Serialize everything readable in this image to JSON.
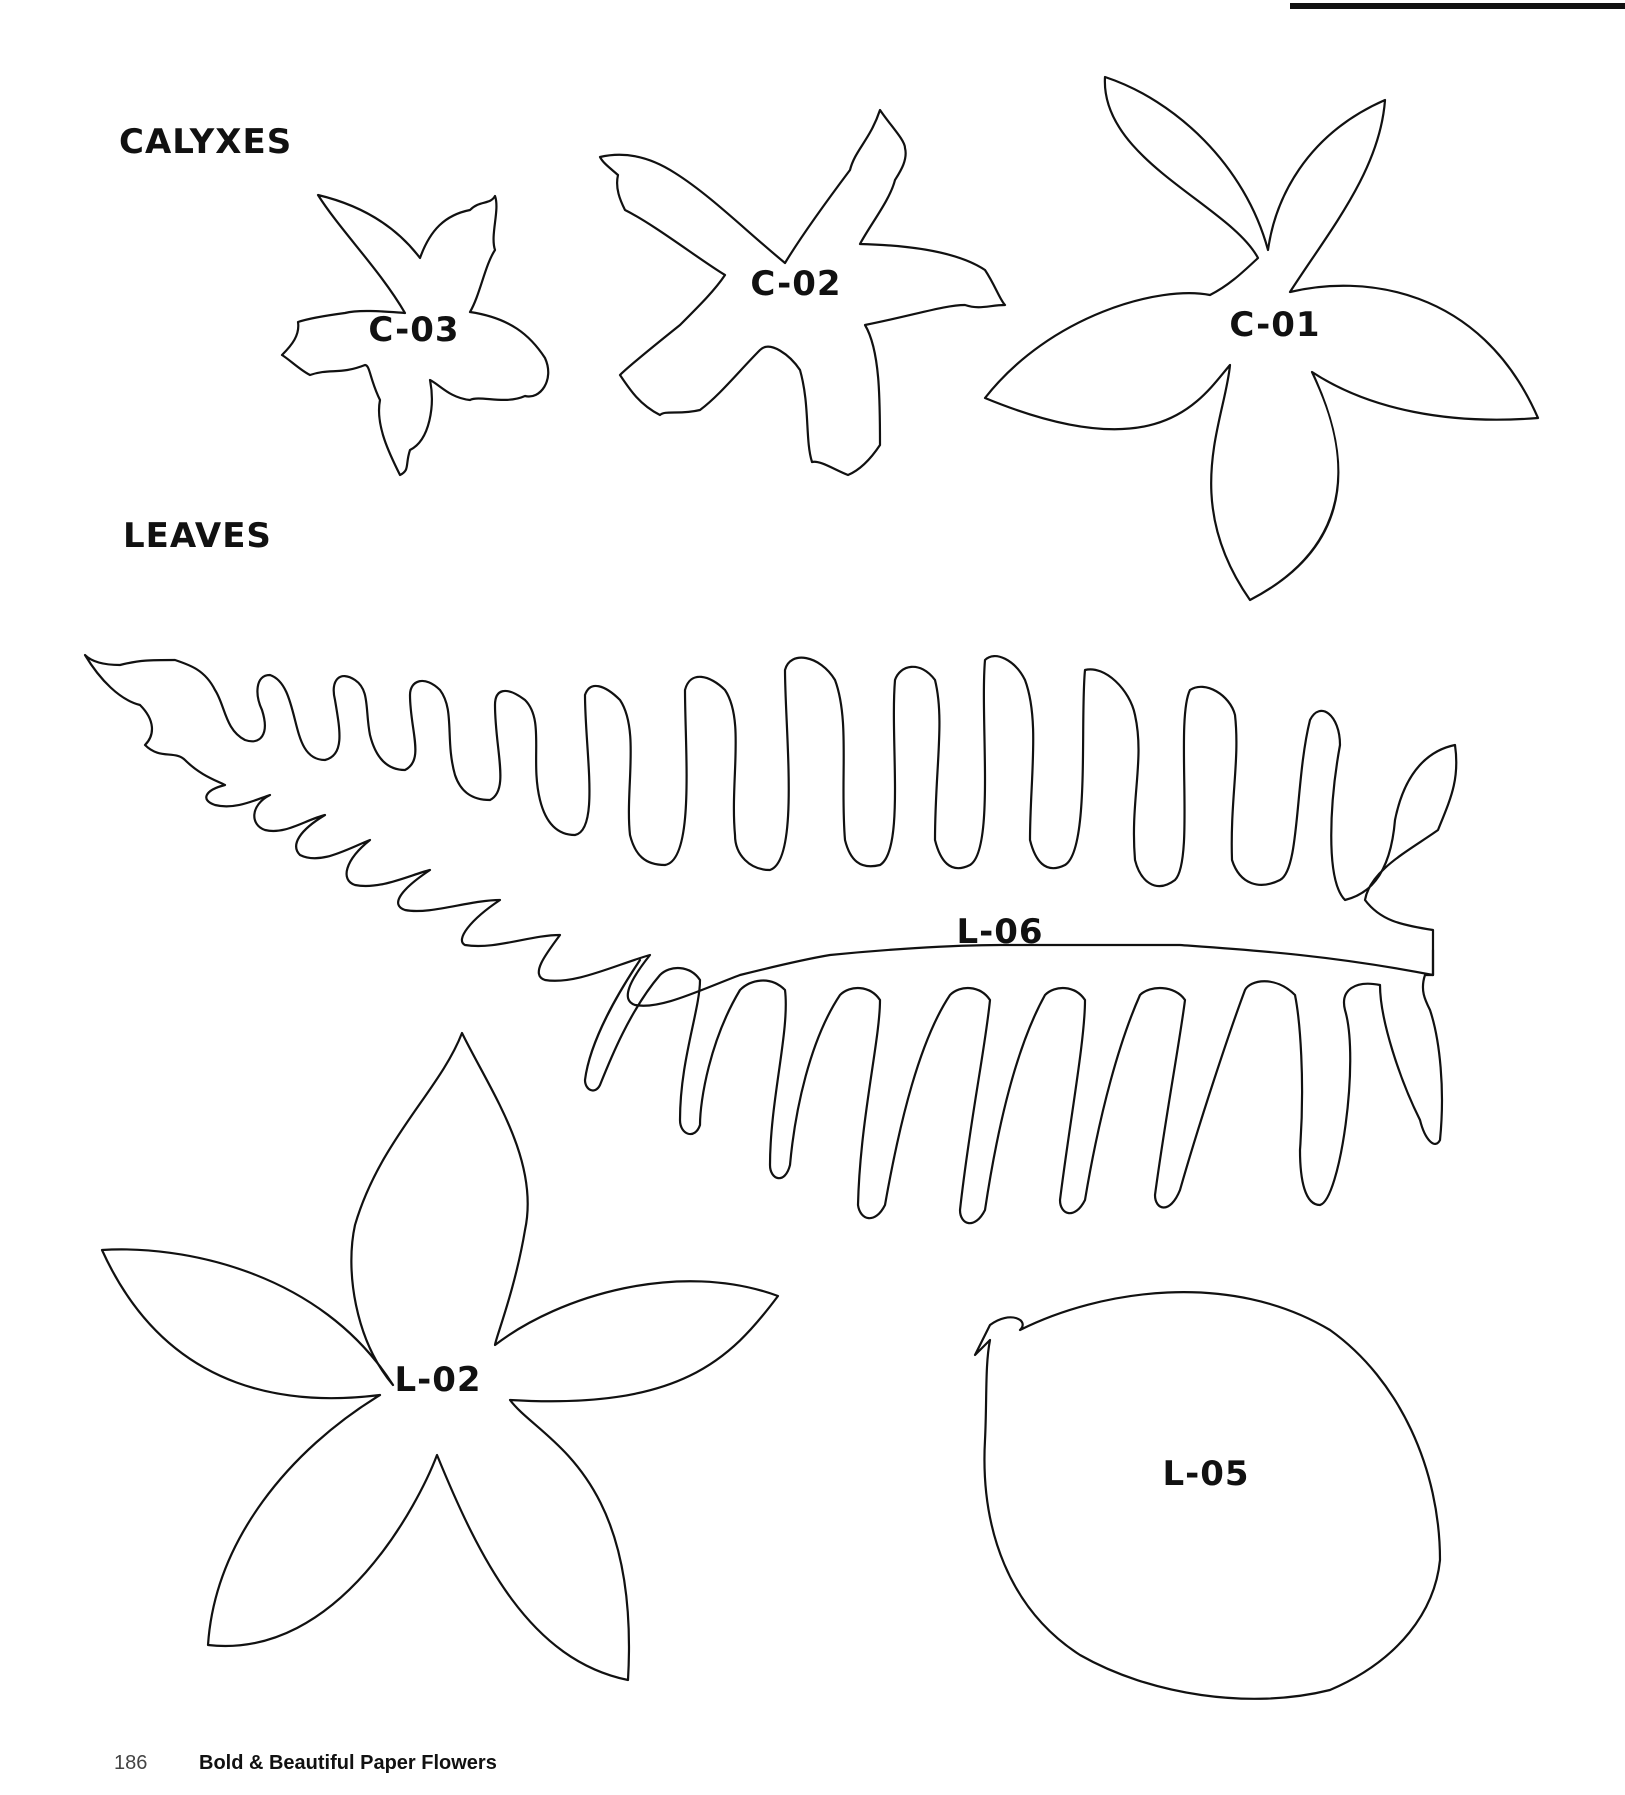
{
  "page": {
    "section_calyxes": "CALYXES",
    "section_leaves": "LEAVES",
    "footer": {
      "page_number": "186",
      "book_title": "Bold & Beautiful Paper Flowers"
    }
  },
  "templates": [
    {
      "id": "C-03",
      "label": "C-03",
      "section": "calyxes",
      "icon": "scalloped-calyx-shape"
    },
    {
      "id": "C-02",
      "label": "C-02",
      "section": "calyxes",
      "icon": "star-calyx-shape"
    },
    {
      "id": "C-01",
      "label": "C-01",
      "section": "calyxes",
      "icon": "five-petal-calyx-shape"
    },
    {
      "id": "L-06",
      "label": "L-06",
      "section": "leaves",
      "icon": "fern-leaf-shape"
    },
    {
      "id": "L-02",
      "label": "L-02",
      "section": "leaves",
      "icon": "five-point-leaf-shape"
    },
    {
      "id": "L-05",
      "label": "L-05",
      "section": "leaves",
      "icon": "oval-leaf-shape"
    }
  ],
  "colors": {
    "ink": "#111111",
    "paper": "#ffffff"
  }
}
